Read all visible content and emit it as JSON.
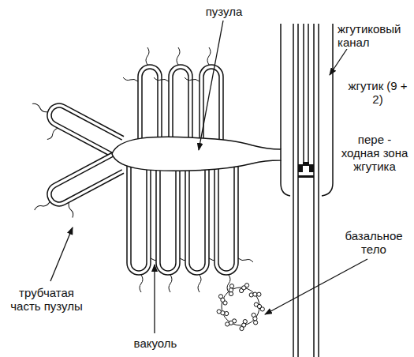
{
  "diagram": {
    "labels": [
      "пузула",
      "жгутиковый канал",
      "жгутик (9 + 2)",
      "пере - ходная зона жгутика",
      "базальное тело",
      "трубчатая часть пузулы",
      "вакуоль"
    ]
  }
}
